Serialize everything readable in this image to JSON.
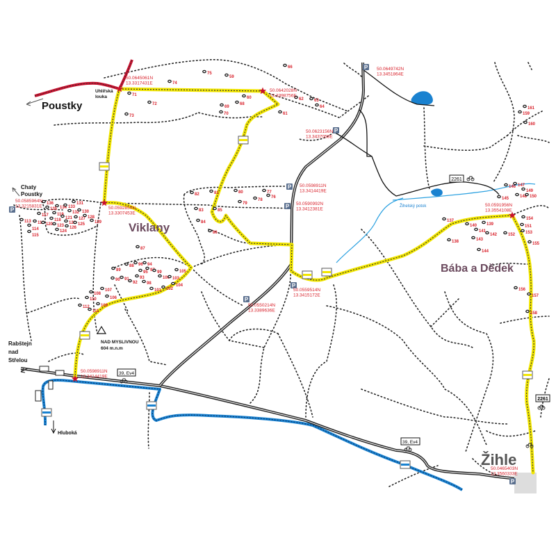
{
  "places": {
    "poustky": "Poustky",
    "uhlirska_1": "Uhlířská",
    "uhlirska_2": "louka",
    "chaty_1": "Chaty",
    "chaty_2": "Poustky",
    "viklany": "Viklany",
    "baba": "Bába a Dědek",
    "zihle": "Žihle",
    "rabstejn_1": "Rabštejn",
    "rabstejn_2": "nad",
    "rabstejn_3": "Střelou",
    "hluboka": "Hluboká",
    "peak_name": "NAD MYSLIVNOU",
    "peak_alt": "604 m.n.m",
    "stream": "Žihelský potok"
  },
  "roads": {
    "r2261_a": "2261",
    "r2261_b": "2261",
    "r39_a": "39, Ev4",
    "r39_b": "39, Ev4"
  },
  "parking_label": "P",
  "coords": [
    {
      "n": "50.0645061N",
      "e": "13.3317431E"
    },
    {
      "n": "50.0642028N",
      "e": "13.3398756E"
    },
    {
      "n": "50.0649742N",
      "e": "13.3451864E"
    },
    {
      "n": "50.0623156N",
      "e": "13.3437058E"
    },
    {
      "n": "50.0598911N",
      "e": "13.3414419E"
    },
    {
      "n": "50.0590992N",
      "e": "13.3412381E"
    },
    {
      "n": "50.0585964N",
      "e": "13.3215831E"
    },
    {
      "n": "50.0592850N",
      "e": "13.3307453E"
    },
    {
      "n": "50.0550214N",
      "e": "13.3389636E"
    },
    {
      "n": "50.0559514N",
      "e": "13.3415172E"
    },
    {
      "n": "50.0591956N",
      "e": "13.3554108E"
    },
    {
      "n": "50.0598911N",
      "e": "13.3414419E"
    },
    {
      "n": "50.0465403N",
      "e": "13.3560333E"
    }
  ],
  "boulder_numbers": [
    "59",
    "75",
    "66",
    "74",
    "71",
    "72",
    "73",
    "60",
    "68",
    "69",
    "70",
    "61",
    "62",
    "63",
    "64",
    "82",
    "81",
    "80",
    "79",
    "78",
    "77",
    "76",
    "83",
    "85",
    "84",
    "86",
    "87",
    "88",
    "89",
    "96",
    "94",
    "90",
    "91",
    "92",
    "93",
    "95",
    "97",
    "99",
    "98",
    "100",
    "103",
    "105",
    "104",
    "101",
    "102",
    "107",
    "108",
    "106",
    "110",
    "109",
    "112",
    "111",
    "136",
    "131",
    "134",
    "133",
    "135",
    "132",
    "130",
    "117",
    "119",
    "118",
    "121",
    "122",
    "127",
    "128",
    "129",
    "116",
    "120",
    "123",
    "126",
    "125",
    "124",
    "113",
    "114",
    "115",
    "137",
    "140",
    "139",
    "141",
    "142",
    "143",
    "138",
    "144",
    "152",
    "154",
    "151",
    "153",
    "155",
    "156",
    "157",
    "158",
    "145",
    "146",
    "147",
    "148",
    "149",
    "150",
    "159",
    "161",
    "160"
  ],
  "colors": {
    "trail": "#f2e600",
    "red_trail": "#c8102e",
    "river": "#1a82d0",
    "label_red": "#d8202a",
    "place_purple": "#6b4a5e"
  }
}
